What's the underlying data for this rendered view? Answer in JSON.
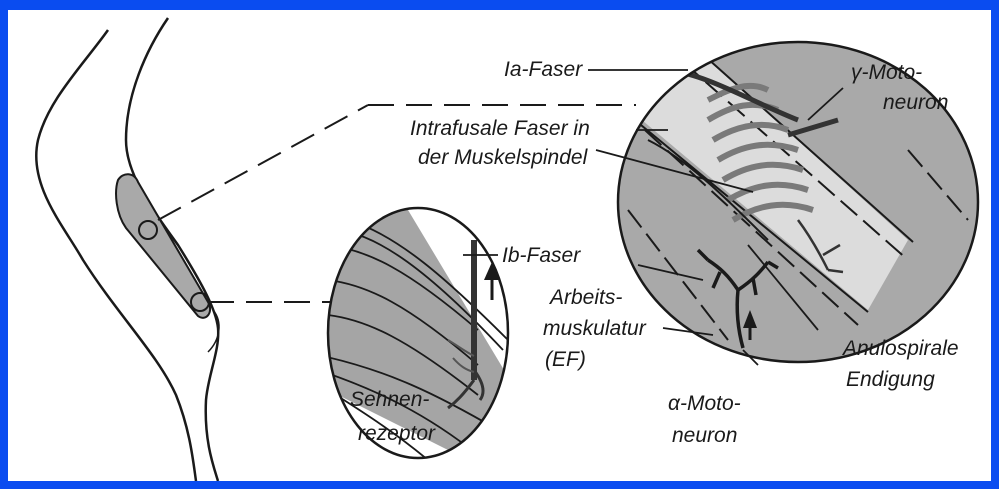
{
  "labels": {
    "ia_faser": "Ia-Faser",
    "gamma_line1": "γ-Moto-",
    "gamma_line2": "neuron",
    "intrafusal_line1": "Intrafusale Faser in",
    "intrafusal_line2": "der Muskelspindel",
    "ib_faser": "Ib-Faser",
    "arbeits_line1": "Arbeits-",
    "arbeits_line2": "muskulatur",
    "arbeits_line3": "(EF)",
    "sehnen_line1": "Sehnen-",
    "sehnen_line2": "rezeptor",
    "alpha_line1": "α-Moto-",
    "alpha_line2": "neuron",
    "anulo_line1": "Anulospirale",
    "anulo_line2": "Endigung"
  },
  "colors": {
    "background": "#0a4cf0",
    "panel": "#ffffff",
    "ink": "#1a1a1a",
    "muscle_fill": "#a9a9a9",
    "spindle_fill": "#dcdcdc"
  }
}
